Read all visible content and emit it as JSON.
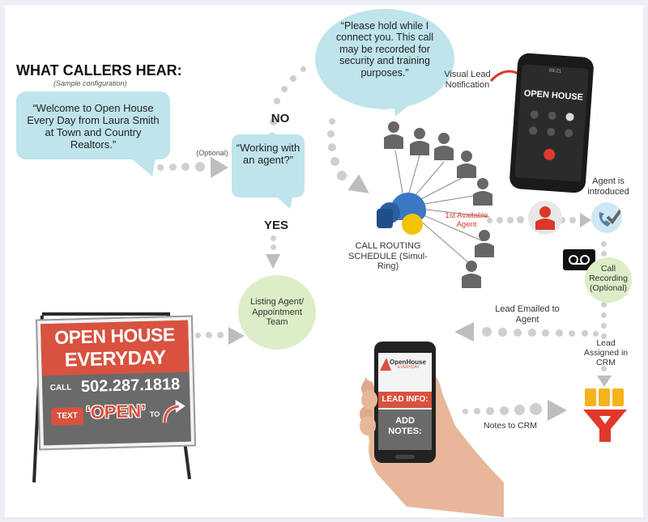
{
  "header": {
    "title": "WHAT CALLERS HEAR:",
    "subtitle": "(Sample configuration)"
  },
  "welcome_bubble": {
    "text": "“Welcome to Open House Every Day from Laura Smith at Town and Country Realtors.”"
  },
  "optional_label": "(Optional)",
  "question_bubble": {
    "text": "“Working with an agent?”"
  },
  "no_label": "NO",
  "yes_label": "YES",
  "hold_bubble": {
    "text": "“Please hold while I connect you. This call may be recorded for security and training purposes.”"
  },
  "visual_lead_label": "Visual Lead Notification",
  "phone_screen": {
    "title": "OPEN HOUSE",
    "time": "09:21"
  },
  "routing": {
    "label": "CALL ROUTING SCHEDULE (Simul-Ring)",
    "first_available": "1st Available Agent"
  },
  "agent_introduced_label": "Agent is introduced",
  "call_recording_label": "Call Recording (Optional)",
  "listing_agent_label": "Listing Agent/ Appointment Team",
  "lead_emailed_label": "Lead Emailed to Agent",
  "lead_assigned_label": "Lead Assigned in CRM",
  "notes_to_crm_label": "Notes to CRM",
  "sign": {
    "line1": "OPEN HOUSE",
    "line2": "EVERYDAY",
    "call_word": "CALL",
    "phone": "502.287.1818",
    "text_word": "TEXT",
    "keyword": "‘OPEN’",
    "to_word": "TO"
  },
  "mobile": {
    "logo_main": "OpenHouse",
    "logo_sub": "EVERYDAY",
    "lead_info": "LEAD INFO:",
    "add_notes": "ADD NOTES:"
  },
  "colors": {
    "bubble_teal": "#bfe4ec",
    "circle_green": "#dceec7",
    "sign_red": "#d8523f",
    "sign_gray": "#6a6a6a",
    "accent_red": "#d9382a",
    "crm_yellow": "#f5b31d"
  }
}
